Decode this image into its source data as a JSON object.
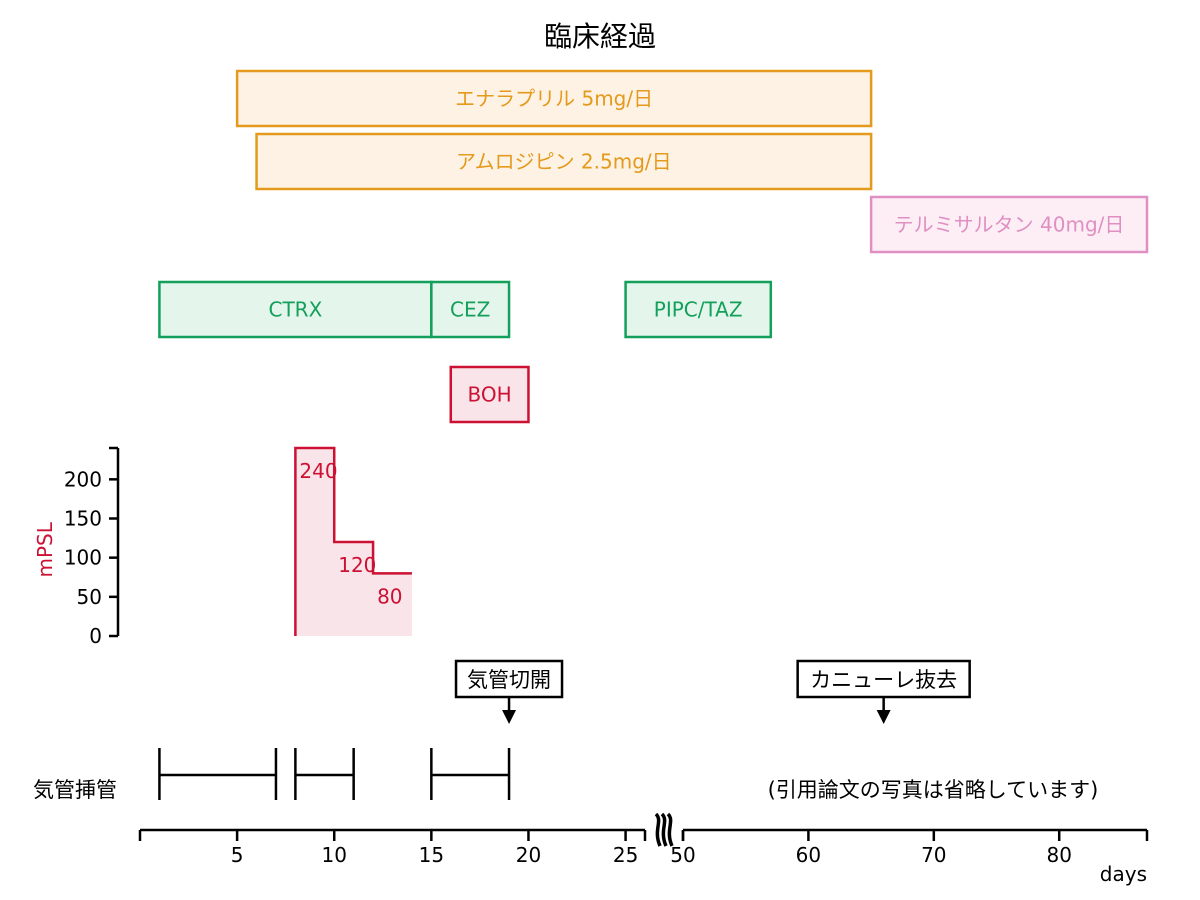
{
  "chart_data": {
    "type": "timeline",
    "title": "臨床経過",
    "colors": {
      "orange": "#e49a1c",
      "orange_fill": "#fdf2e4",
      "pink": "#e08fc2",
      "pink_fill": "#fdeef6",
      "green": "#12a05a",
      "green_fill": "#e4f5ec",
      "red": "#cc1133",
      "red_fill": "#f9e4e9",
      "black": "#000000"
    },
    "x_axis": {
      "label": "days",
      "segments": [
        {
          "range": [
            0,
            26
          ],
          "ticks": [
            5,
            10,
            15,
            20,
            25
          ]
        },
        {
          "range": [
            50,
            87
          ],
          "ticks": [
            50,
            60,
            70,
            80
          ]
        }
      ],
      "break": true
    },
    "drug_bars": [
      {
        "label": "エナラプリル 5mg/日",
        "start": 5,
        "end": 65,
        "color": "orange"
      },
      {
        "label": "アムロジピン 2.5mg/日",
        "start": 6,
        "end": 65,
        "color": "orange"
      },
      {
        "label": "テルミサルタン 40mg/日",
        "start": 65,
        "end": 87,
        "color": "pink"
      },
      {
        "label": "CTRX",
        "start": 1,
        "end": 15,
        "color": "green"
      },
      {
        "label": "CEZ",
        "start": 15,
        "end": 19,
        "color": "green"
      },
      {
        "label": "PIPC/TAZ",
        "start": 25,
        "end": 57,
        "color": "green"
      },
      {
        "label": "BOH",
        "start": 16,
        "end": 20,
        "color": "red"
      }
    ],
    "steroid": {
      "ylabel": "mPSL",
      "yticks": [
        0,
        50,
        100,
        150,
        200
      ],
      "ylim": [
        0,
        240
      ],
      "steps": [
        {
          "start": 8,
          "end": 10,
          "value": 240,
          "label": "240"
        },
        {
          "start": 10,
          "end": 12,
          "value": 120,
          "label": "120"
        },
        {
          "start": 12,
          "end": 14,
          "value": 80,
          "label": "80"
        }
      ]
    },
    "events": [
      {
        "label": "気管切開",
        "day": 19
      },
      {
        "label": "カニューレ抜去",
        "day": 66
      }
    ],
    "intubation": {
      "label": "気管挿管",
      "periods": [
        [
          1,
          7
        ],
        [
          8,
          11
        ],
        [
          15,
          19
        ]
      ]
    },
    "note": "(引用論文の写真は省略しています)"
  }
}
